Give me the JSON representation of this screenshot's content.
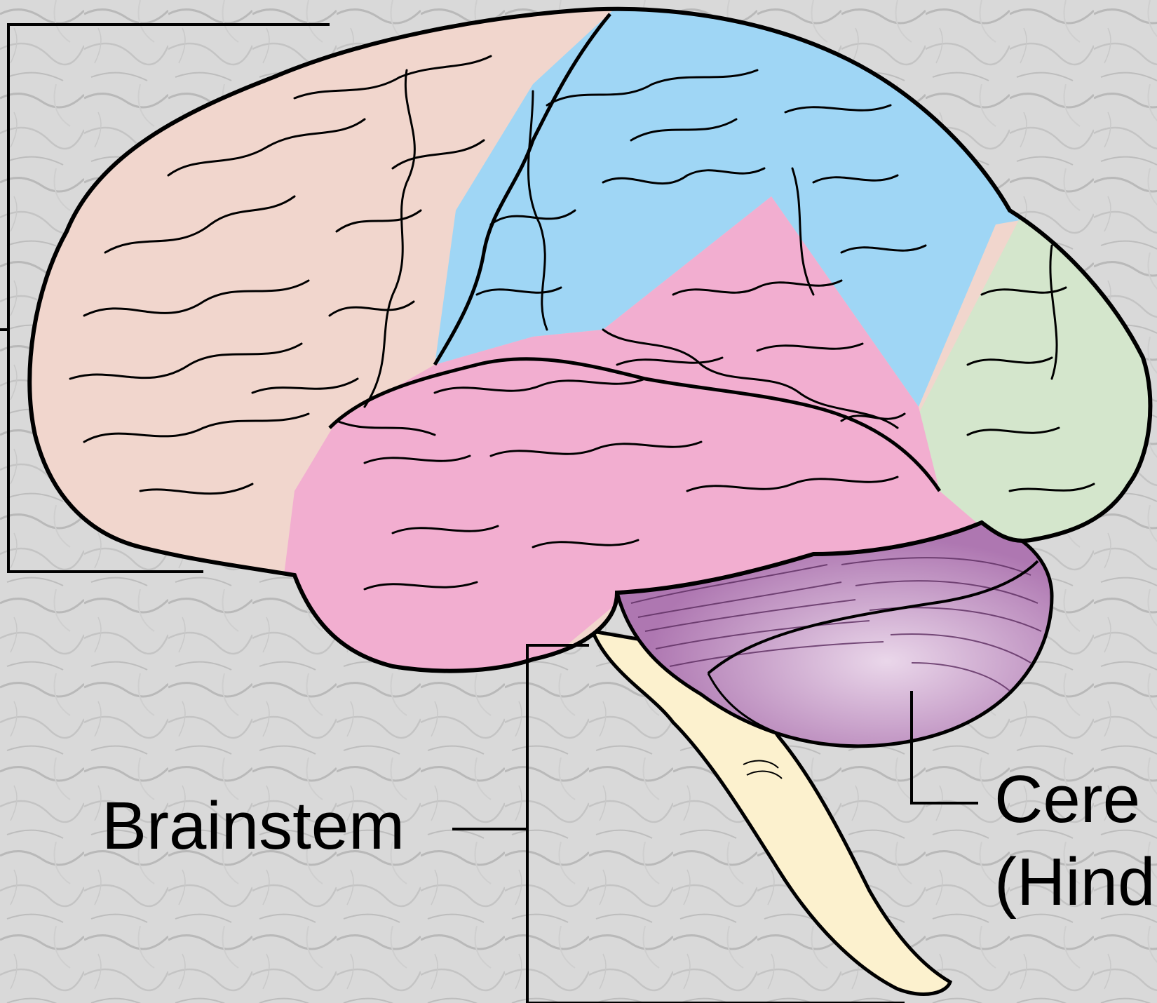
{
  "labels": {
    "brainstem": "Brainstem",
    "cerebellum_line1": "Cere",
    "cerebellum_line2": "(Hind"
  },
  "regions": {
    "frontal_lobe": {
      "color": "#f1d6cd"
    },
    "parietal_lobe": {
      "color": "#9fd6f5"
    },
    "temporal_lobe": {
      "color": "#f2aed0"
    },
    "occipital_lobe": {
      "color": "#d4e6cc"
    },
    "cerebellum": {
      "color": "#b57fb7"
    },
    "brainstem": {
      "color": "#fcf1ce"
    }
  },
  "colors": {
    "outline": "#000000",
    "background": "#d9d9d9"
  }
}
